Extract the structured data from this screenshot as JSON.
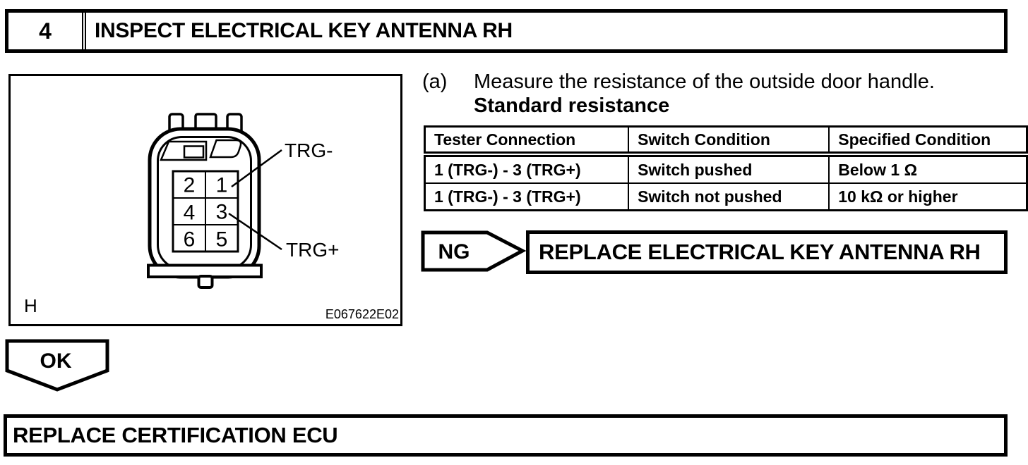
{
  "step": {
    "number": "4",
    "title": "INSPECT ELECTRICAL KEY ANTENNA RH"
  },
  "figure": {
    "pins": [
      "2",
      "1",
      "4",
      "3",
      "6",
      "5"
    ],
    "label_trg_minus": "TRG-",
    "label_trg_plus": "TRG+",
    "corner_label": "H",
    "code": "E067622E02"
  },
  "instruction": {
    "index": "(a)",
    "text": "Measure the resistance of the outside door handle.",
    "subheading": "Standard resistance"
  },
  "table": {
    "headers": [
      "Tester Connection",
      "Switch Condition",
      "Specified Condition"
    ],
    "rows": [
      [
        "1 (TRG-) - 3 (TRG+)",
        "Switch pushed",
        "Below 1 Ω"
      ],
      [
        "1 (TRG-) - 3 (TRG+)",
        "Switch not pushed",
        "10 kΩ or higher"
      ]
    ]
  },
  "ng": {
    "label": "NG",
    "action": "REPLACE ELECTRICAL KEY ANTENNA RH"
  },
  "ok": {
    "label": "OK"
  },
  "footer": {
    "action": "REPLACE CERTIFICATION ECU"
  },
  "colors": {
    "ink": "#000000",
    "paper": "#ffffff"
  }
}
